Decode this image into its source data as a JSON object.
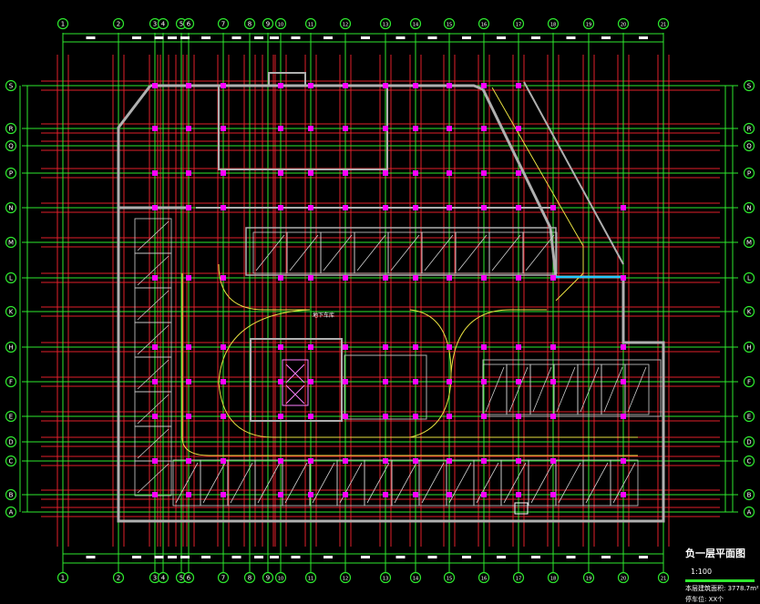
{
  "drawing": {
    "title": "负一层平面图",
    "scale": "1:100",
    "notes": [
      "本层建筑面积: 3778.7m²",
      "停车位: XX个"
    ],
    "center_label": "地下车库",
    "column_axes": [
      "1",
      "2",
      "3",
      "4",
      "5",
      "6",
      "7",
      "8",
      "9",
      "10",
      "11",
      "12",
      "13",
      "14",
      "15",
      "16",
      "17",
      "18",
      "19",
      "20",
      "21"
    ],
    "row_axes": [
      "S",
      "R",
      "Q",
      "P",
      "N",
      "M",
      "L",
      "K",
      "H",
      "F",
      "E",
      "D",
      "C",
      "B",
      "A"
    ],
    "colors": {
      "axis": "#2ee82e",
      "grid": "#e0202a",
      "wall": "#b0b0b0",
      "column": "#ff00ff",
      "drive": "#e8e040",
      "stall": "#d0d0d0",
      "room": "#ffffff"
    }
  }
}
